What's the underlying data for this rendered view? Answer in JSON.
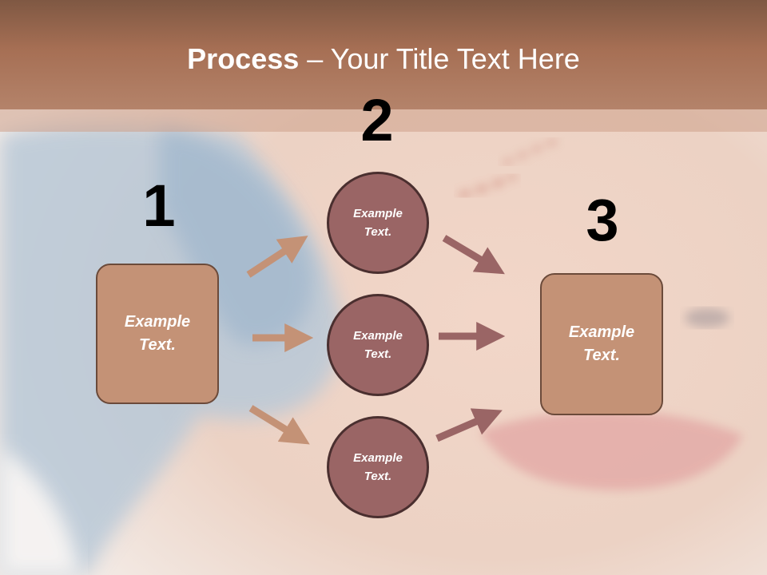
{
  "slide": {
    "title_bold": "Process",
    "title_rest": " – Your Title Text Here"
  },
  "steps": {
    "step1_number": "1",
    "step2_number": "2",
    "step3_number": "3"
  },
  "nodes": {
    "left_box_text": "Example\nText.",
    "circle_top_text": "Example\nText.",
    "circle_middle_text": "Example\nText.",
    "circle_bottom_text": "Example\nText.",
    "right_box_text": "Example\nText."
  },
  "colors": {
    "header": "#a66f54",
    "box_fill": "#c49276",
    "circle_fill": "#9a6565",
    "arrow_in": "#c49276",
    "arrow_out": "#9a6565"
  }
}
